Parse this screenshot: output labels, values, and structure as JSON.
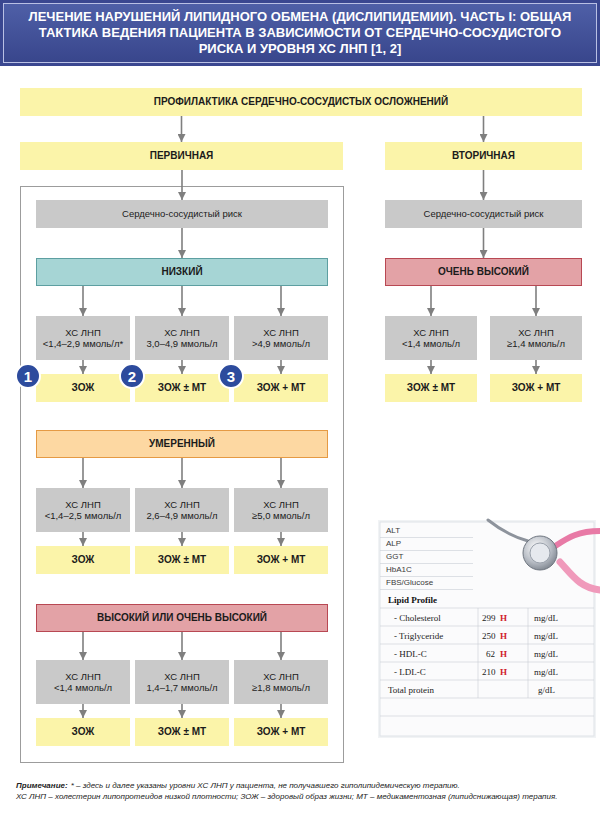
{
  "diagram": {
    "title": "ЛЕЧЕНИЕ НАРУШЕНИЙ ЛИПИДНОГО ОБМЕНА (ДИСЛИПИДЕМИИ). ЧАСТЬ I: ОБЩАЯ ТАКТИКА ВЕДЕНИЯ ПАЦИЕНТА В ЗАВИСИМОСТИ ОТ СЕРДЕЧНО-СОСУДИСТОГО РИСКА И УРОВНЯ ХС ЛНП [1, 2]",
    "nodes": [
      {
        "text": [
          "ПРОФИЛАКТИКА СЕРДЕЧНО-СОСУДИСТЫХ ОСЛОЖНЕНИЙ"
        ]
      },
      {
        "text": [
          "ПЕРВИЧНАЯ"
        ]
      },
      {
        "text": [
          "ВТОРИЧНАЯ"
        ]
      },
      {
        "text": [
          "Сердечно-сосудистый риск"
        ]
      },
      {
        "text": [
          "НИЗКИЙ"
        ]
      },
      {
        "text": [
          "ХС ЛНП",
          "<1,4–2,9 ммоль/л*"
        ]
      },
      {
        "text": [
          "ХС ЛНП",
          "3,0–4,9 ммоль/л"
        ]
      },
      {
        "text": [
          "ХС ЛНП",
          ">4,9 ммоль/л"
        ]
      },
      {
        "text": [
          "ЗОЖ"
        ]
      },
      {
        "text": [
          "ЗОЖ ± МТ"
        ]
      },
      {
        "text": [
          "ЗОЖ + МТ"
        ]
      },
      {
        "text": [
          "УМЕРЕННЫЙ"
        ]
      },
      {
        "text": [
          "ХС ЛНП",
          "<1,4–2,5 ммоль/л"
        ]
      },
      {
        "text": [
          "ХС ЛНП",
          "2,6–4,9 ммоль/л"
        ]
      },
      {
        "text": [
          "ХС ЛНП",
          "≥5,0 ммоль/л"
        ]
      },
      {
        "text": [
          "ЗОЖ"
        ]
      },
      {
        "text": [
          "ЗОЖ ± МТ"
        ]
      },
      {
        "text": [
          "ЗОЖ + МТ"
        ]
      },
      {
        "text": [
          "ВЫСОКИЙ ИЛИ ОЧЕНЬ ВЫСОКИЙ"
        ]
      },
      {
        "text": [
          "ХС ЛНП",
          "<1,4 ммоль/л"
        ]
      },
      {
        "text": [
          "ХС ЛНП",
          "1,4–1,7 ммоль/л"
        ]
      },
      {
        "text": [
          "ХС ЛНП",
          "≥1,8 ммоль/л"
        ]
      },
      {
        "text": [
          "ЗОЖ"
        ]
      },
      {
        "text": [
          "ЗОЖ ± МТ"
        ]
      },
      {
        "text": [
          "ЗОЖ + МТ"
        ]
      },
      {
        "text": [
          "Сердечно-сосудистый риск"
        ]
      },
      {
        "text": [
          "ОЧЕНЬ ВЫСОКИЙ"
        ]
      },
      {
        "text": [
          "ХС ЛНП",
          "<1,4 ммоль/л"
        ]
      },
      {
        "text": [
          "ХС ЛНП",
          "≥1,4 ммоль/л"
        ]
      },
      {
        "text": [
          "ЗОЖ ± МТ"
        ]
      },
      {
        "text": [
          "ЗОЖ + МТ"
        ]
      }
    ],
    "edges": [
      {
        "from": 0,
        "to": 1,
        "arrow": "to"
      },
      {
        "from": 0,
        "to": 2,
        "arrow": "to"
      },
      {
        "from": 1,
        "to": 3,
        "arrow": "to"
      },
      {
        "from": 3,
        "to": 4,
        "arrow": "to"
      },
      {
        "from": 4,
        "to": 5,
        "arrow": "to"
      },
      {
        "from": 4,
        "to": 6,
        "arrow": "to"
      },
      {
        "from": 4,
        "to": 7,
        "arrow": "to"
      },
      {
        "from": 5,
        "to": 8,
        "arrow": "to"
      },
      {
        "from": 6,
        "to": 9,
        "arrow": "to"
      },
      {
        "from": 7,
        "to": 10,
        "arrow": "to"
      },
      {
        "from": 11,
        "to": 12,
        "arrow": "to"
      },
      {
        "from": 11,
        "to": 13,
        "arrow": "to"
      },
      {
        "from": 11,
        "to": 14,
        "arrow": "to"
      },
      {
        "from": 12,
        "to": 15,
        "arrow": "to"
      },
      {
        "from": 13,
        "to": 16,
        "arrow": "to"
      },
      {
        "from": 14,
        "to": 17,
        "arrow": "to"
      },
      {
        "from": 18,
        "to": 19,
        "arrow": "to"
      },
      {
        "from": 18,
        "to": 20,
        "arrow": "to"
      },
      {
        "from": 18,
        "to": 21,
        "arrow": "to"
      },
      {
        "from": 19,
        "to": 22,
        "arrow": "to"
      },
      {
        "from": 20,
        "to": 23,
        "arrow": "to"
      },
      {
        "from": 21,
        "to": 24,
        "arrow": "to"
      },
      {
        "from": 2,
        "to": 25,
        "arrow": "to"
      },
      {
        "from": 25,
        "to": 26,
        "arrow": "to"
      },
      {
        "from": 26,
        "to": 27,
        "arrow": "to"
      },
      {
        "from": 26,
        "to": 28,
        "arrow": "to"
      },
      {
        "from": 27,
        "to": 29,
        "arrow": "to"
      },
      {
        "from": 28,
        "to": 30,
        "arrow": "to"
      }
    ],
    "labels": [
      "1",
      "2",
      "3",
      "ALT",
      "ALP",
      "GGT",
      "HbA1C",
      "FBS/Glucose",
      "Lipid Profile",
      "- Cholesterol",
      "299",
      "H",
      "mg/dL",
      "- Triglyceride",
      "250",
      "H",
      "mg/dL",
      "- HDL-C",
      "62",
      "H",
      "mg/dL",
      "- LDL-C",
      "210",
      "H",
      "mg/dL",
      "Total protein",
      "g/dL",
      "Примечание:",
      "* – здесь и далее указаны уровни ХС ЛНП у пациента, не получавшего гиполипидемическую терапию.",
      "ХС ЛНП – холестерин липопротеидов низкой плотности; ЗОЖ – здоровый образ жизни; МТ – медикаментозная (липидснижающая) терапия."
    ]
  }
}
